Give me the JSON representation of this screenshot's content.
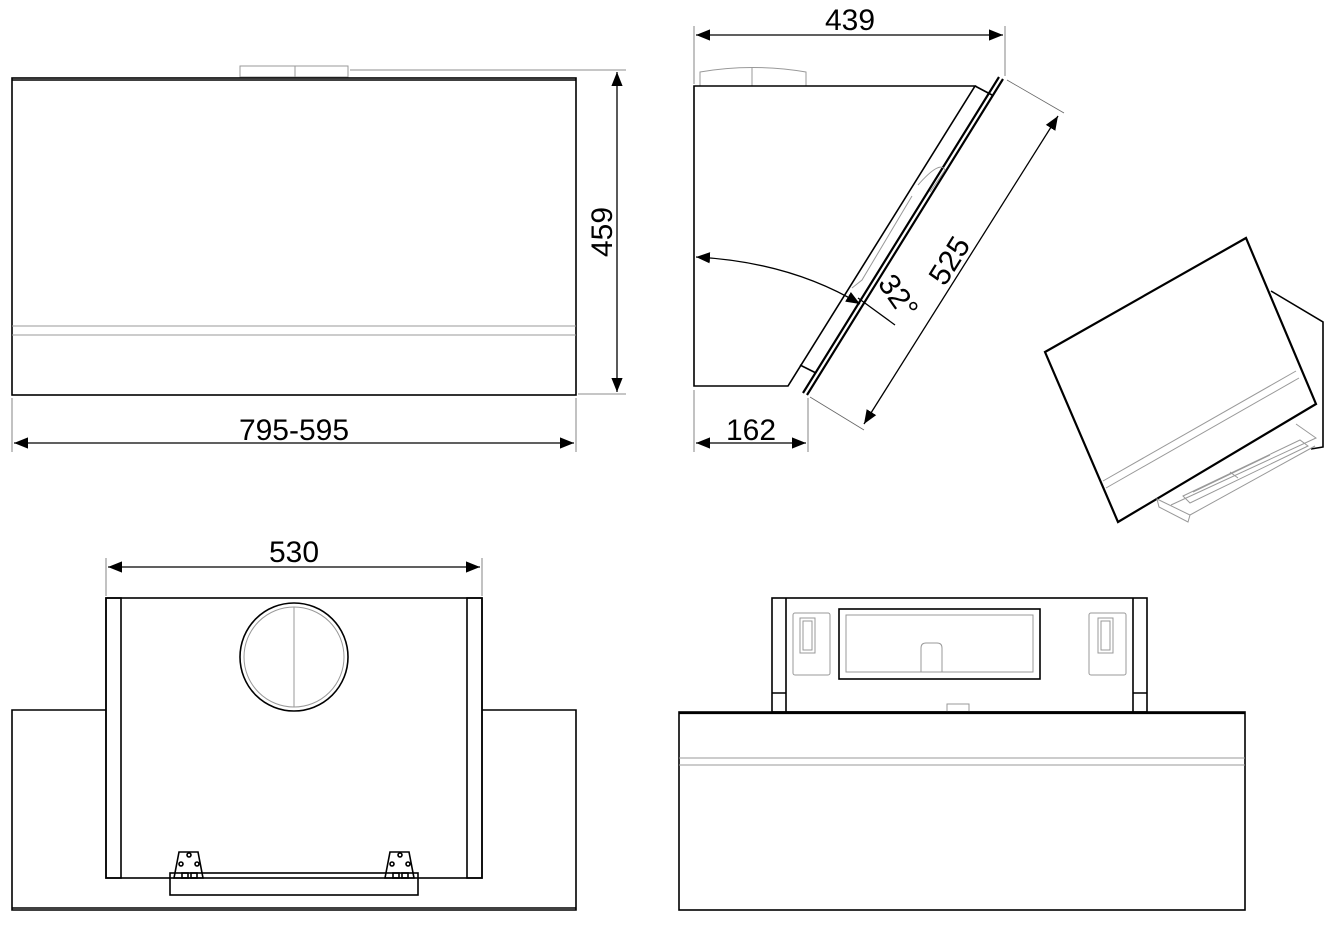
{
  "dimensions": {
    "front_height": "459",
    "front_width": "795-595",
    "side_depth": "439",
    "side_bottom_depth": "162",
    "glass_length": "525",
    "glass_angle": "32°",
    "top_width": "530"
  }
}
